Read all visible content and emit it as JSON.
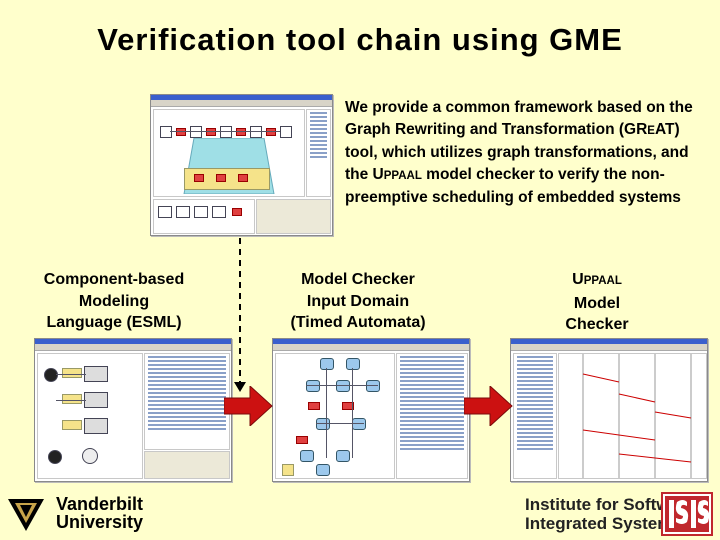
{
  "title": "Verification tool chain using GME",
  "description": {
    "part1": "We provide a common framework based on the Graph Rewriting and Transformation (GR",
    "part1_sc": "E",
    "part2": "AT) tool, which utilizes graph transformations, and the U",
    "part2_sc": "PPAAL",
    "part3": " model checker to verify the non-preemptive scheduling of embedded systems"
  },
  "columns": [
    {
      "lines": [
        "Component-based",
        "Modeling",
        "Language (ESML)"
      ]
    },
    {
      "lines": [
        "Model Checker",
        "Input Domain",
        "(Timed Automata)"
      ]
    },
    {
      "lead": "U",
      "lead_sc": "PPAAL",
      "lines": [
        "Model",
        "Checker"
      ]
    }
  ],
  "footer": {
    "left_lines": [
      "Vanderbilt",
      "University"
    ],
    "right_lines": [
      "Institute for Software",
      "Integrated Systems"
    ]
  },
  "colors": {
    "background": "#ffffcc",
    "arrow": "#cc1111",
    "isis_logo": "#c0282d"
  },
  "icons": [
    "vanderbilt-logo-icon",
    "isis-logo-icon",
    "right-arrow-icon",
    "dashed-down-arrow-icon"
  ]
}
